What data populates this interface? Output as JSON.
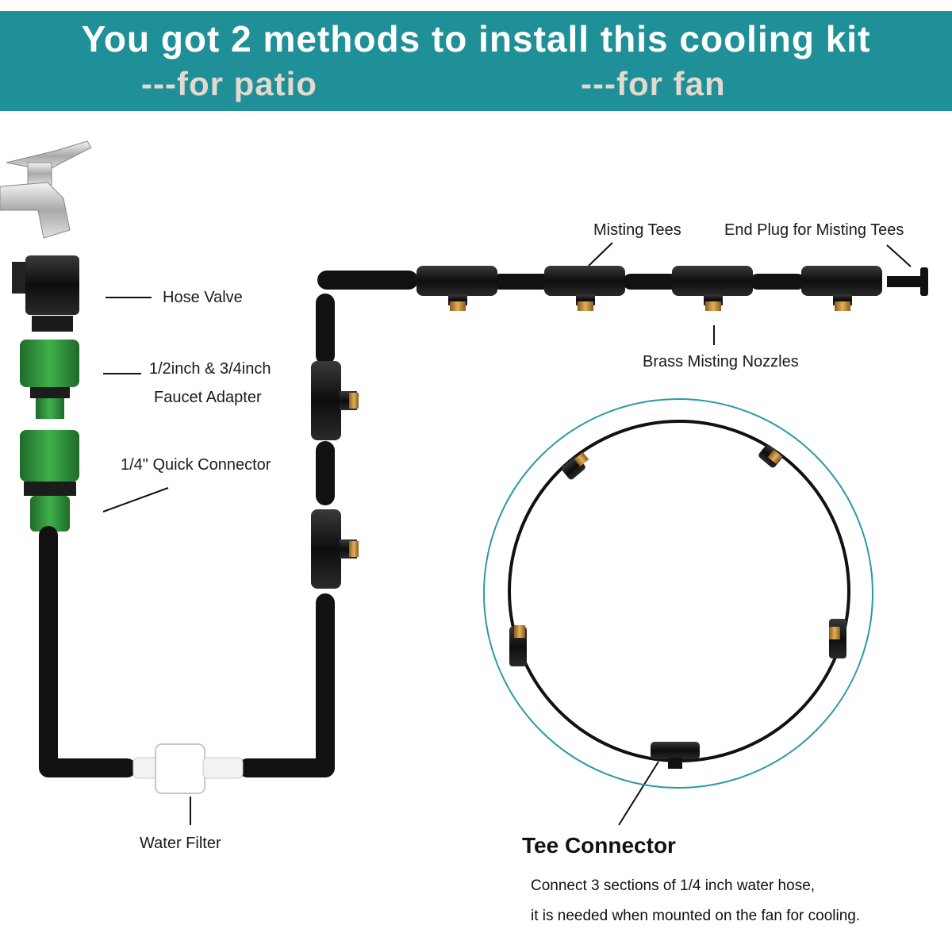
{
  "banner": {
    "title": "You got 2 methods to install this cooling kit",
    "subtitle_patio": "---for patio",
    "subtitle_fan": "---for fan",
    "background": "#1f8f98"
  },
  "labels": {
    "hose_valve": "Hose Valve",
    "faucet_adapter_line1": "1/2inch & 3/4inch",
    "faucet_adapter_line2": "Faucet Adapter",
    "quick_connector": "1/4\" Quick Connector",
    "water_filter": "Water Filter",
    "misting_tees": "Misting Tees",
    "end_plug": "End Plug for Misting Tees",
    "brass_nozzles": "Brass Misting Nozzles"
  },
  "tee_connector": {
    "heading": "Tee Connector",
    "description_line1": "Connect 3 sections of 1/4 inch water hose,",
    "description_line2": "it is needed when mounted on the fan for cooling."
  },
  "icons": [
    "faucet-icon",
    "hose-valve-icon",
    "faucet-adapter-icon",
    "quick-connector-icon",
    "water-filter-icon",
    "misting-tee-icon",
    "end-plug-icon",
    "misting-ring-icon"
  ],
  "colors": {
    "hose": "#111111",
    "brass": "#c8913a",
    "adapter_green": "#2e8b3a",
    "ring_outline": "#2a9aa3"
  }
}
